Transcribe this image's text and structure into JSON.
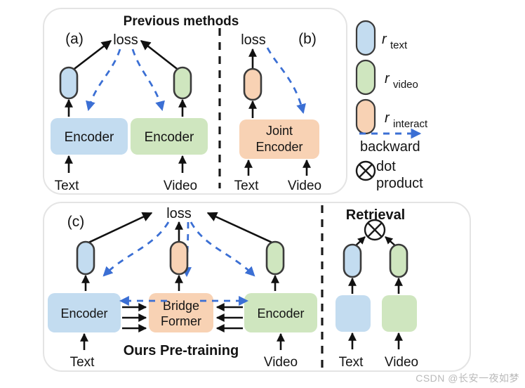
{
  "figure": {
    "title_top": "Previous methods",
    "title_bottom": "Ours Pre-training",
    "title_retrieval": "Retrieval",
    "panel_labels": {
      "a": "(a)",
      "b": "(b)",
      "c": "(c)"
    },
    "colors": {
      "blue_fill": "#c3dcf0",
      "green_fill": "#cfe6bf",
      "orange_fill": "#f8d2b4",
      "pill_stroke": "#3b3b3b",
      "arrow_black": "#111111",
      "arrow_blue": "#3b6fd4",
      "text_dark": "#1a1a1a",
      "panel_border": "#e2e2e2",
      "divider": "#1a1a1a"
    }
  },
  "panel_a": {
    "label": "(a)",
    "loss": "loss",
    "text_encoder": "Encoder",
    "video_encoder": "Encoder",
    "text_input": "Text",
    "video_input": "Video"
  },
  "panel_b": {
    "label": "(b)",
    "loss": "loss",
    "joint_encoder_line1": "Joint",
    "joint_encoder_line2": "Encoder",
    "text_input": "Text",
    "video_input": "Video"
  },
  "panel_c": {
    "label": "(c)",
    "loss": "loss",
    "text_encoder": "Encoder",
    "bridge_line1": "Bridge",
    "bridge_line2": "Former",
    "video_encoder": "Encoder",
    "text_input": "Text",
    "video_input": "Video",
    "caption": "Ours Pre-training"
  },
  "panel_retrieval": {
    "title": "Retrieval",
    "dot_product_icon": "circled-times-icon",
    "text_encoder": "",
    "video_encoder": "",
    "text_input": "Text",
    "video_input": "Video"
  },
  "legend": {
    "items": [
      {
        "icon": "blue-pill-icon",
        "symbol": "r",
        "subscript": "text"
      },
      {
        "icon": "green-pill-icon",
        "symbol": "r",
        "subscript": "video"
      },
      {
        "icon": "orange-pill-icon",
        "symbol": "r",
        "subscript": "interact"
      }
    ],
    "backward_label": "backward",
    "dot_label_line1": "dot",
    "dot_label_line2": "product"
  },
  "watermark": "CSDN @长安一夜如梦"
}
